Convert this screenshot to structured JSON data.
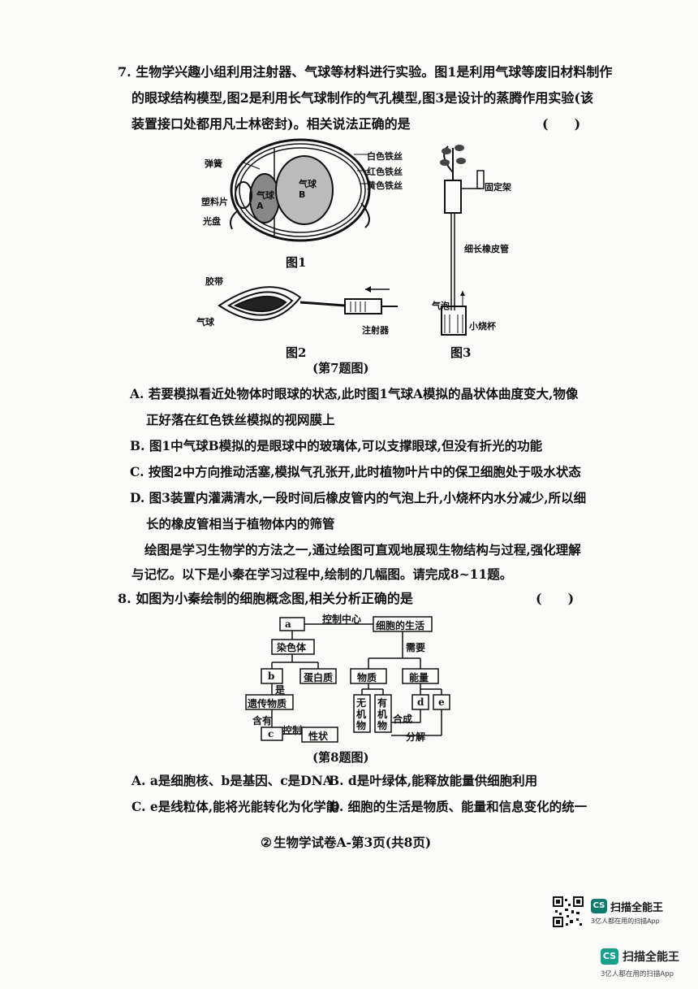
{
  "q7": {
    "stem": [
      "7. 生物学兴趣小组利用注射器、气球等材料进行实验。图1是利用气球等废旧材料制作",
      "的眼球结构模型,图2是利用长气球制作的气孔模型,图3是设计的蒸腾作用实验(该",
      "装置接口处都用凡士林密封)。相关说法正确的是"
    ],
    "bracket": "(　　)",
    "fig1": {
      "labels": {
        "spring": "弹簧",
        "plastic_lens": "塑料片",
        "disc": "光盘",
        "white_wire": "白色铁丝",
        "red_wire": "红色铁丝",
        "yellow_wire": "黄色铁丝",
        "balloon_a": "气球A",
        "balloon_b": "气球B"
      },
      "caption": "图1"
    },
    "fig2": {
      "labels": {
        "tape": "胶带",
        "balloon": "气球",
        "syringe": "注射器"
      },
      "caption": "图2"
    },
    "fig3": {
      "labels": {
        "stand": "固定架",
        "tube": "细长橡皮管",
        "bubble": "气泡",
        "beaker": "小烧杯"
      },
      "caption": "图3"
    },
    "figure_caption": "(第7题图)",
    "options": {
      "A1": "A. 若要模拟看近处物体时眼球的状态,此时图1气球A模拟的晶状体曲度变大,物像",
      "A2": "正好落在红色铁丝模拟的视网膜上",
      "B": "B. 图1中气球B模拟的是眼球中的玻璃体,可以支撑眼球,但没有折光的功能",
      "C": "C. 按图2中方向推动活塞,模拟气孔张开,此时植物叶片中的保卫细胞处于吸水状态",
      "D1": "D. 图3装置内灌满清水,一段时间后橡皮管内的气泡上升,小烧杯内水分减少,所以细",
      "D2": "长的橡皮管相当于植物体内的筛管"
    }
  },
  "intro": [
    "绘图是学习生物学的方法之一,通过绘图可直观地展现生物结构与过程,强化理解",
    "与记忆。以下是小秦在学习过程中,绘制的几幅图。请完成8~11题。"
  ],
  "q8": {
    "stem": "8. 如图为小秦绘制的细胞概念图,相关分析正确的是",
    "bracket": "(　　)",
    "concept_map": {
      "a": "a",
      "control_center": "控制中心",
      "cell_life": "细胞的生活",
      "chromosome": "染色体",
      "need": "需要",
      "b": "b",
      "protein": "蛋白质",
      "matter": "物质",
      "energy": "能量",
      "is": "是",
      "genetic_material": "遗传物质",
      "contains": "含有",
      "c": "c",
      "control": "控制",
      "trait": "性状",
      "inorganic": "无机物",
      "organic": "有机物",
      "d": "d",
      "e": "e",
      "synthesis": "合成",
      "decompose": "分解"
    },
    "figure_caption": "(第8题图)",
    "options": {
      "A": "A. a是细胞核、b是基因、c是DNA",
      "B": "B. d是叶绿体,能释放能量供细胞利用",
      "C": "C. e是线粒体,能将光能转化为化学能",
      "D": "D. 细胞的生活是物质、能量和信息变化的统一"
    }
  },
  "footer": {
    "mark": "②",
    "text": "生物学试卷A-第3页(共8页)"
  },
  "watermark": {
    "app_name": "扫描全能王",
    "tagline": "3亿人都在用的扫描App",
    "logo_text": "CS"
  }
}
